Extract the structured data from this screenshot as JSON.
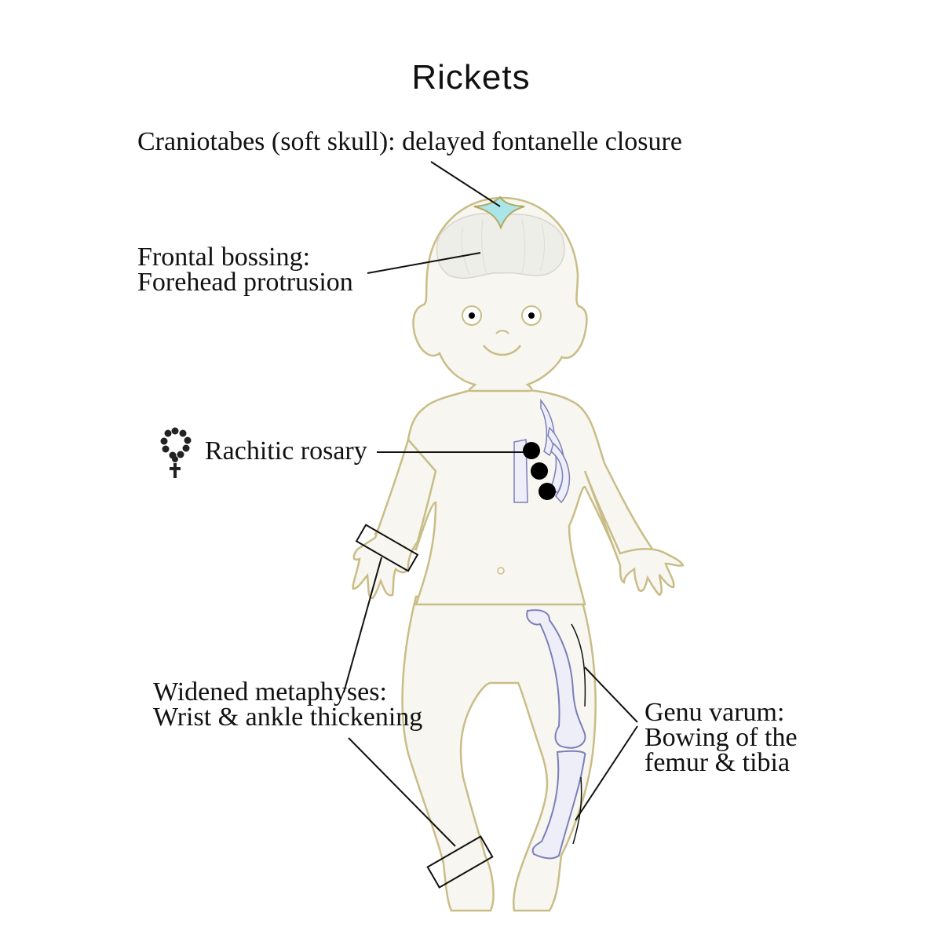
{
  "title": "Rickets",
  "labels": {
    "craniotabes": "Craniotabes (soft skull): delayed fontanelle closure",
    "frontal_bossing_1": "Frontal bossing:",
    "frontal_bossing_2": "Forehead protrusion",
    "rachitic_rosary": "Rachitic rosary",
    "metaphyses_1": "Widened metaphyses:",
    "metaphyses_2": "Wrist & ankle thickening",
    "genu_varum_1": "Genu varum:",
    "genu_varum_2": "Bowing of the",
    "genu_varum_3": "femur & tibia"
  },
  "icons": {
    "rosary": "rosary-icon"
  },
  "colors": {
    "skin_fill": "#f7f6f0",
    "skin_outline": "#c9bd87",
    "bone_fill": "#eeeef8",
    "bone_outline": "#7b7fb8",
    "fontanelle": "#a8e6ea",
    "leader_line": "#111111"
  }
}
